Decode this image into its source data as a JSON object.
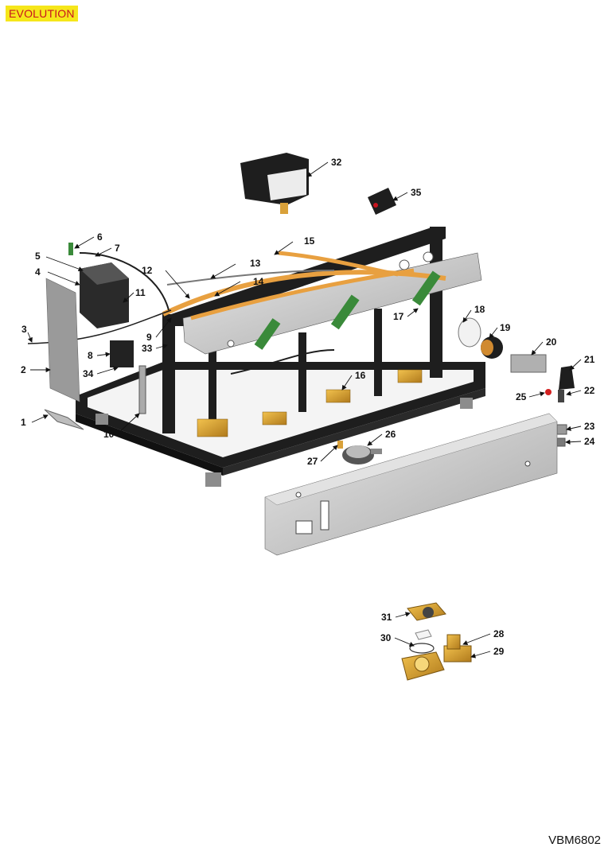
{
  "header": {
    "model_badge": "EVOLUTION"
  },
  "footer": {
    "drawing_code": "VBM6802"
  },
  "colors": {
    "badge_bg": "#f6e61a",
    "badge_text": "#c8141e",
    "frame": "#1c1c1c",
    "panel": "#cfcfcf",
    "brass": "#d9a13a",
    "board": "#3a8a3a"
  },
  "callouts": [
    "1",
    "2",
    "3",
    "4",
    "5",
    "6",
    "7",
    "8",
    "9",
    "10",
    "11",
    "12",
    "13",
    "14",
    "15",
    "16",
    "17",
    "18",
    "19",
    "20",
    "21",
    "22",
    "23",
    "24",
    "25",
    "26",
    "27",
    "28",
    "29",
    "30",
    "31",
    "32",
    "33",
    "34",
    "35"
  ]
}
